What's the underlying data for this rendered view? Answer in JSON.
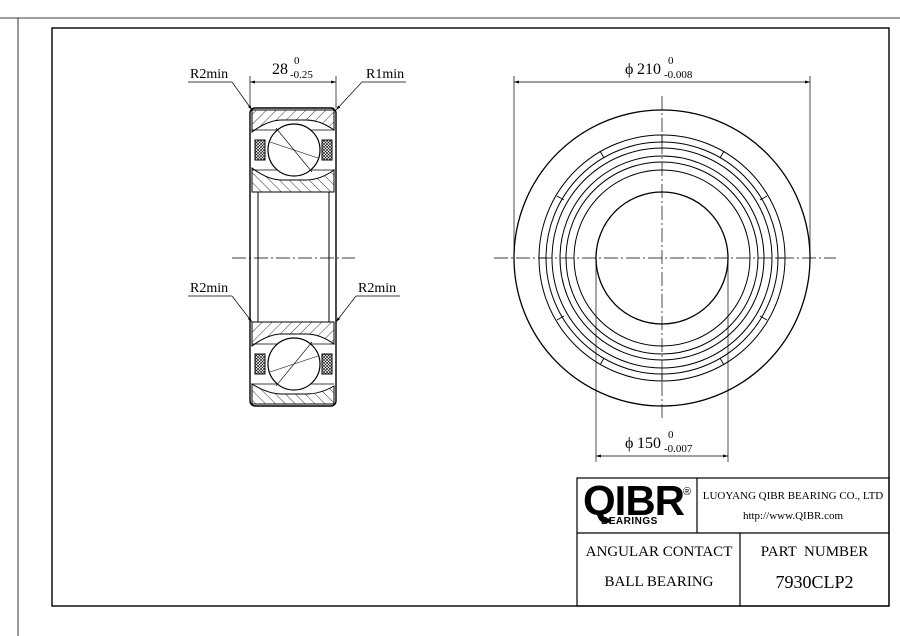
{
  "drawing": {
    "dimensions": {
      "width": {
        "nominal": "28",
        "upper": "0",
        "lower": "-0.25"
      },
      "outer_diameter": {
        "prefix": "ϕ",
        "nominal": "210",
        "upper": "0",
        "lower": "-0.008"
      },
      "bore_diameter": {
        "prefix": "ϕ",
        "nominal": "150",
        "upper": "0",
        "lower": "-0.007"
      }
    },
    "radius_labels": {
      "top_left": "R2min",
      "top_right": "R1min",
      "bottom_left": "R2min",
      "bottom_right": "R2min"
    }
  },
  "title_block": {
    "logo": {
      "text": "QIBR",
      "registered": "®",
      "subtitle": "BEARINGS"
    },
    "company": "LUOYANG QIBR BEARING CO., LTD",
    "website": "http://www.QIBR.com",
    "description_line1": "ANGULAR CONTACT",
    "description_line2": "BALL BEARING",
    "part_number_label": "PART  NUMBER",
    "part_number": "7930CLP2"
  }
}
